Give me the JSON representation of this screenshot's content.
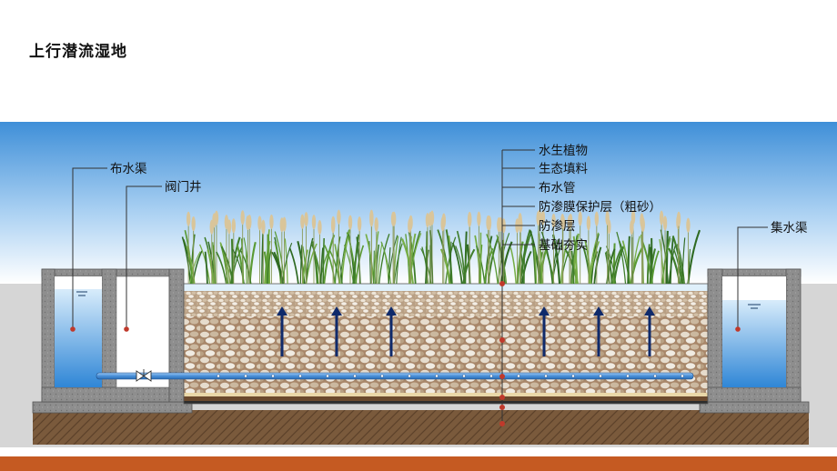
{
  "page": {
    "title": "上行潜流湿地"
  },
  "labels": {
    "distribution_channel": "布水渠",
    "valve_well": "阀门井",
    "collection_channel": "集水渠",
    "aquatic_plants": "水生植物",
    "eco_filler": "生态填料",
    "distribution_pipe": "布水管",
    "membrane_protection": "防渗膜保护层（粗砂）",
    "impermeable_layer": "防渗层",
    "foundation": "基础夯实"
  },
  "colors": {
    "sky_top": "#3f8fd8",
    "sky_bottom": "#ffffff",
    "ground": "#d6d6d6",
    "water": "#2f86d6",
    "pipe": "#4a90d9",
    "arrow": "#0f2a6b",
    "leader_dot": "#c0392b",
    "footer_bar": "#c55a22",
    "concrete": "#8e8e8e",
    "soil": "#7a5a3c"
  },
  "icons": {
    "flow_arrow": "up-arrow-icon",
    "valve": "bowtie-valve-icon",
    "callout_marker": "red-dot-icon"
  }
}
